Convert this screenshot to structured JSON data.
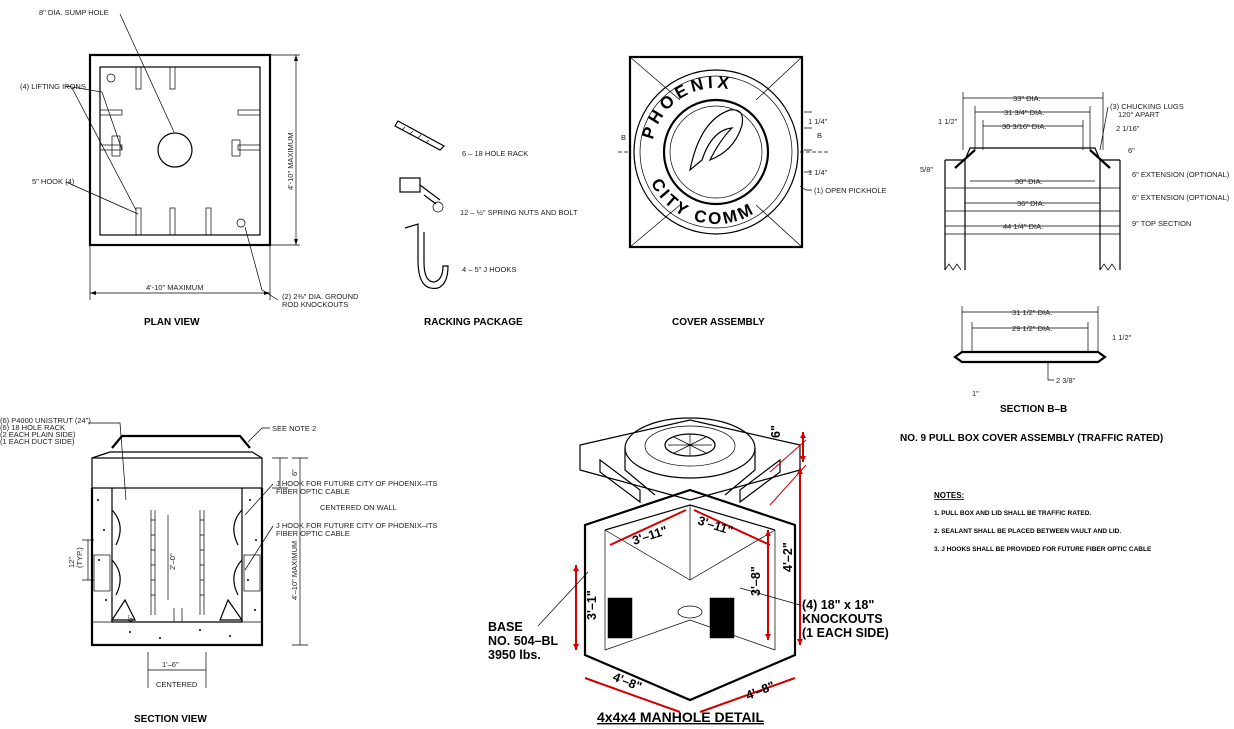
{
  "drawing": {
    "plan_view": {
      "title": "PLAN VIEW",
      "callouts": {
        "sump_hole": "8\" DIA. SUMP HOLE",
        "lifting_irons": "(4) LIFTING IRONS",
        "hook": "5\" HOOK (4)",
        "knockouts_line1": "(2) 2⅜\" DIA. GROUND",
        "knockouts_line2": "ROD KNOCKOUTS"
      },
      "dims": {
        "width": "4'-10\" MAXIMUM",
        "height": "4'-10\" MAXIMUM"
      }
    },
    "racking_package": {
      "title": "RACKING PACKAGE",
      "items": {
        "rack": "6 – 18 HOLE RACK",
        "nuts": "12 – ½\" SPRING NUTS AND BOLT",
        "hooks": "4 – 5\" J HOOKS"
      }
    },
    "cover_assembly": {
      "title": "COVER ASSEMBLY",
      "top_text": "PHOENIX",
      "bottom_text": "CITY COMM",
      "section_mark": "B",
      "dim_top": "1 1/4\"",
      "dim_bottom": "1 1/4\"",
      "pickhole": "(1) OPEN PICKHOLE"
    },
    "section_bb": {
      "title": "SECTION B–B",
      "dims": {
        "d33": "33\" DIA.",
        "d31": "31 3/4\" DIA.",
        "d30a": "30 3/16\" DIA.",
        "lugs1": "(3) CHUCKING LUGS",
        "lugs2": "120° APART",
        "w112": "1 1/2\"",
        "w216": "2 1/16\"",
        "h6": "6\"",
        "d58": "5/8\"",
        "d30": "30\" DIA.",
        "d36": "36\" DIA.",
        "d44": "44 1/4\" DIA.",
        "ext1": "6\" EXTENSION (OPTIONAL)",
        "ext2": "6\" EXTENSION (OPTIONAL)",
        "top": "9\" TOP SECTION"
      },
      "lid_dims": {
        "d31": "31 1/2\" DIA.",
        "d29": "29 1/2\" DIA.",
        "h112": "1 1/2\"",
        "w238": "2 3/8\"",
        "w1": "1\""
      },
      "subtitle": "NO. 9 PULL BOX COVER ASSEMBLY (TRAFFIC RATED)"
    },
    "notes": {
      "header": "NOTES:",
      "items": [
        "1.  PULL BOX AND LID SHALL BE TRAFFIC RATED.",
        "2.  SEALANT SHALL BE PLACED BETWEEN VAULT AND LID.",
        "3.  J HOOKS SHALL BE PROVIDED FOR FUTURE FIBER OPTIC CABLE"
      ]
    },
    "section_view": {
      "title": "SECTION VIEW",
      "unistrut": [
        "(6) P4000 UNISTRUT (24\")",
        "(6) 18 HOLE RACK",
        "(2 EACH PLAIN SIDE)",
        "(1 EACH DUCT SIDE)"
      ],
      "see_note": "SEE NOTE 2",
      "jhook1": [
        "J HOOK FOR FUTURE CITY OF PHOENIX–ITS",
        "FIBER OPTIC CABLE"
      ],
      "centered_wall": "CENTERED ON WALL",
      "jhook2": [
        "J HOOK FOR FUTURE CITY OF PHOENIX–ITS",
        "FIBER OPTIC CABLE"
      ],
      "dims": {
        "h6": "6\"",
        "typ": "12\"",
        "typ2": "(TYP.)",
        "h20": "2'–0\"",
        "h6b": "6\"",
        "height": "4'–10\" MAXIMUM",
        "w16": "1'–6\"",
        "centered": "CENTERED"
      }
    },
    "manhole_detail": {
      "title": "4x4x4 MANHOLE DETAIL",
      "base": [
        "BASE",
        "NO. 504–BL",
        "3950 lbs."
      ],
      "knockouts": [
        "(4) 18\" x 18\"",
        "KNOCKOUTS",
        "(1 EACH SIDE)"
      ],
      "dims": {
        "h6": "6\"",
        "h42": "4'–2\"",
        "h38": "3'–8\"",
        "h31": "3'–1\"",
        "w311a": "3'–11\"",
        "w311b": "3'–11\"",
        "w48a": "4'–8\"",
        "w48b": "4'–8\""
      }
    }
  }
}
